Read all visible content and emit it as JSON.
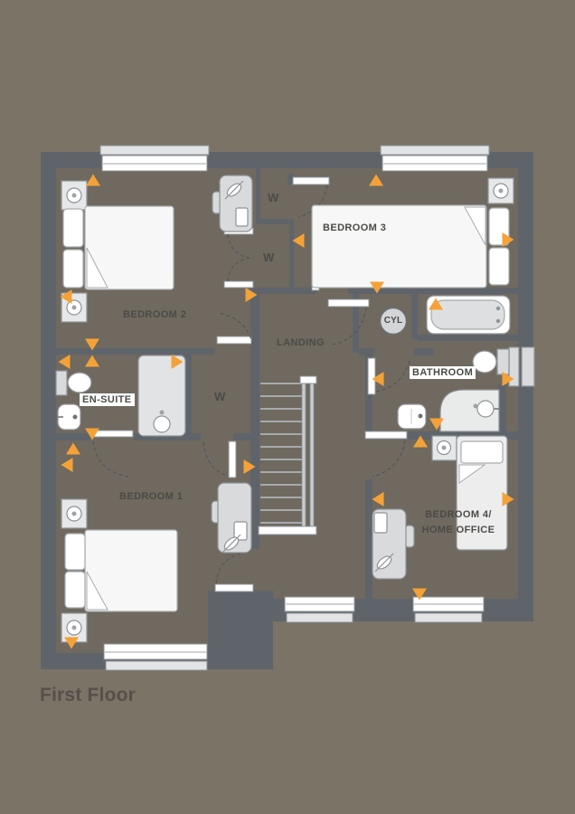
{
  "title": "First Floor",
  "labels": {
    "bedroom2": "BEDROOM 2",
    "bedroom3": "BEDROOM 3",
    "bedroom1": "BEDROOM 1",
    "bedroom4_line1": "BEDROOM 4/",
    "bedroom4_line2": "HOME OFFICE",
    "landing": "LANDING",
    "bathroom": "BATHROOM",
    "ensuite": "EN-SUITE",
    "cylinder": "CYL"
  },
  "wardrobes": [
    "W",
    "W",
    "W"
  ],
  "colors": {
    "background": "#7A7366",
    "floor": "#6F695F",
    "wall": "#5F646B",
    "furniture": "#D9DADB",
    "accent_marker": "#F4A237",
    "text": "#4B4B46",
    "white": "#FFFFFF"
  }
}
